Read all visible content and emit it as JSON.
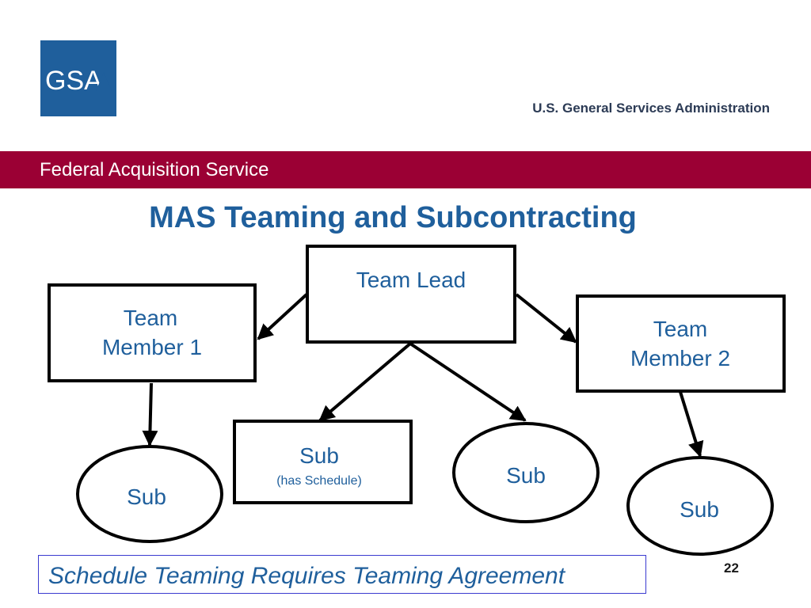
{
  "header": {
    "logo_text": "GSA",
    "agency": "U.S. General Services Administration",
    "band_title": "Federal Acquisition Service"
  },
  "slide": {
    "title": "MAS Teaming and Subcontracting"
  },
  "diagram": {
    "team_lead": "Team Lead",
    "member1_line1": "Team",
    "member1_line2": "Member 1",
    "member2_line1": "Team",
    "member2_line2": "Member 2",
    "sub_left": "Sub",
    "sub_schedule": "Sub",
    "sub_schedule_note": "(has Schedule)",
    "sub_center": "Sub",
    "sub_right": "Sub"
  },
  "footer": {
    "note": "Schedule Teaming Requires Teaming Agreement",
    "page_number": "22"
  },
  "colors": {
    "brand_blue": "#1f5f9c",
    "band_red": "#9b0034"
  }
}
